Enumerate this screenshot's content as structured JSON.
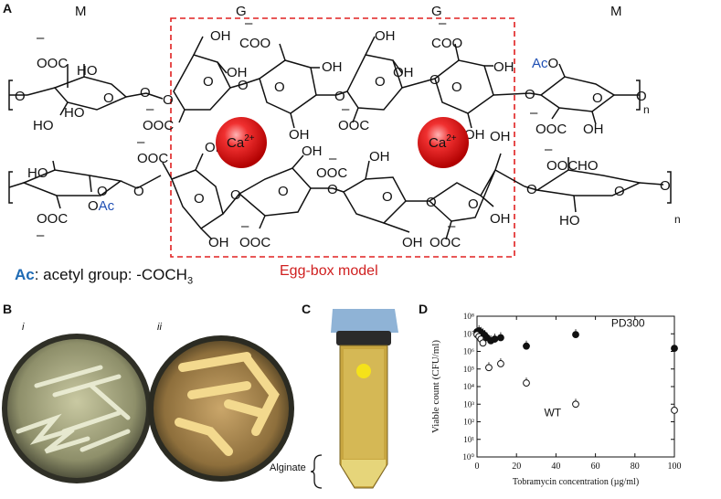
{
  "panel_a": {
    "letter": "A",
    "header_labels": [
      "M",
      "G",
      "G",
      "M"
    ],
    "ion_label": "Ca",
    "ion_charge": "2+",
    "eggbox_caption": "Egg-box model",
    "legend": {
      "abbr": "Ac",
      "text": ": acetyl group: -COCH",
      "subscript": "3"
    },
    "groups": {
      "coo": "OOC",
      "coo_right": "COO",
      "oh": "OH",
      "ho": "HO",
      "ac": "Ac",
      "aco": "AcO",
      "minus": "–",
      "n": "n"
    }
  },
  "panel_b": {
    "letter": "B",
    "sub_i": "i",
    "sub_ii": "ii"
  },
  "panel_c": {
    "letter": "C",
    "annotation": "Alginate"
  },
  "panel_d": {
    "letter": "D",
    "chart_data": {
      "type": "scatter",
      "xlabel": "Tobramycin concentration (µg/ml)",
      "ylabel": "Viable count (CFU/ml)",
      "xlim": [
        0,
        100
      ],
      "ylim_log10": [
        0,
        8
      ],
      "y_scale": "log",
      "x_ticks": [
        "0",
        "20",
        "40",
        "60",
        "80",
        "100"
      ],
      "y_ticks": [
        "10⁰",
        "10¹",
        "10²",
        "10³",
        "10⁴",
        "10⁵",
        "10⁶",
        "10⁷",
        "10⁸"
      ],
      "annotations": [
        "PD300",
        "WT"
      ],
      "series": [
        {
          "name": "PD300",
          "marker": "filled-circle",
          "x": [
            0,
            1,
            2,
            3,
            4,
            5,
            7,
            9,
            12,
            25,
            50,
            100
          ],
          "y": [
            13000000.0,
            15000000.0,
            12000000.0,
            10000000.0,
            8000000.0,
            6000000.0,
            4000000.0,
            5000000.0,
            6000000.0,
            2000000.0,
            9000000.0,
            1500000.0
          ]
        },
        {
          "name": "WT",
          "marker": "open-circle",
          "x": [
            0,
            1,
            2,
            3,
            6,
            12,
            25,
            50,
            100
          ],
          "y": [
            9000000.0,
            7000000.0,
            5000000.0,
            3000000.0,
            120000.0,
            200000.0,
            16000.0,
            1000.0,
            450.0
          ]
        }
      ]
    }
  }
}
